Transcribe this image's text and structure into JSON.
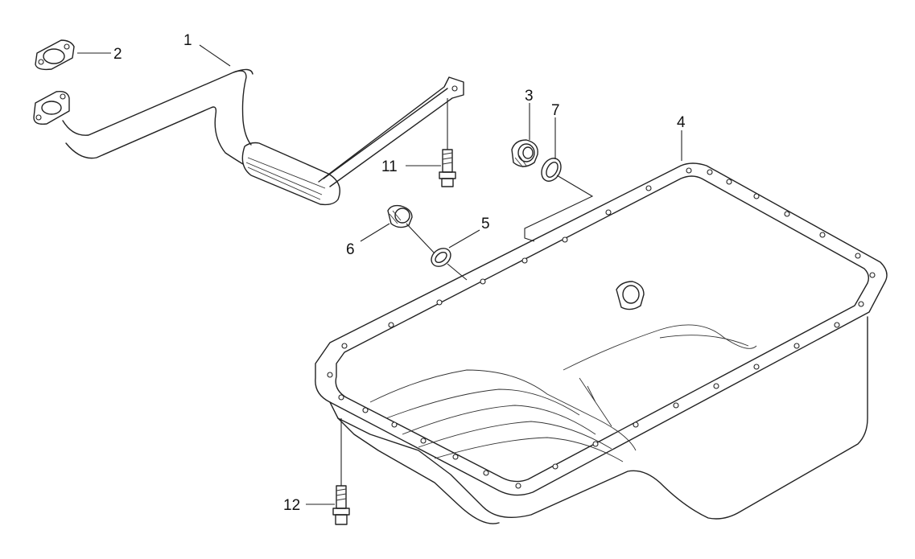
{
  "diagram": {
    "callouts": [
      {
        "id": "1",
        "text": "1"
      },
      {
        "id": "2",
        "text": "2"
      },
      {
        "id": "3",
        "text": "3"
      },
      {
        "id": "4",
        "text": "4"
      },
      {
        "id": "5",
        "text": "5"
      },
      {
        "id": "6",
        "text": "6"
      },
      {
        "id": "7",
        "text": "7"
      },
      {
        "id": "11",
        "text": "11"
      },
      {
        "id": "12",
        "text": "12"
      }
    ]
  },
  "colors": {
    "line": "#222222",
    "background": "#ffffff"
  }
}
